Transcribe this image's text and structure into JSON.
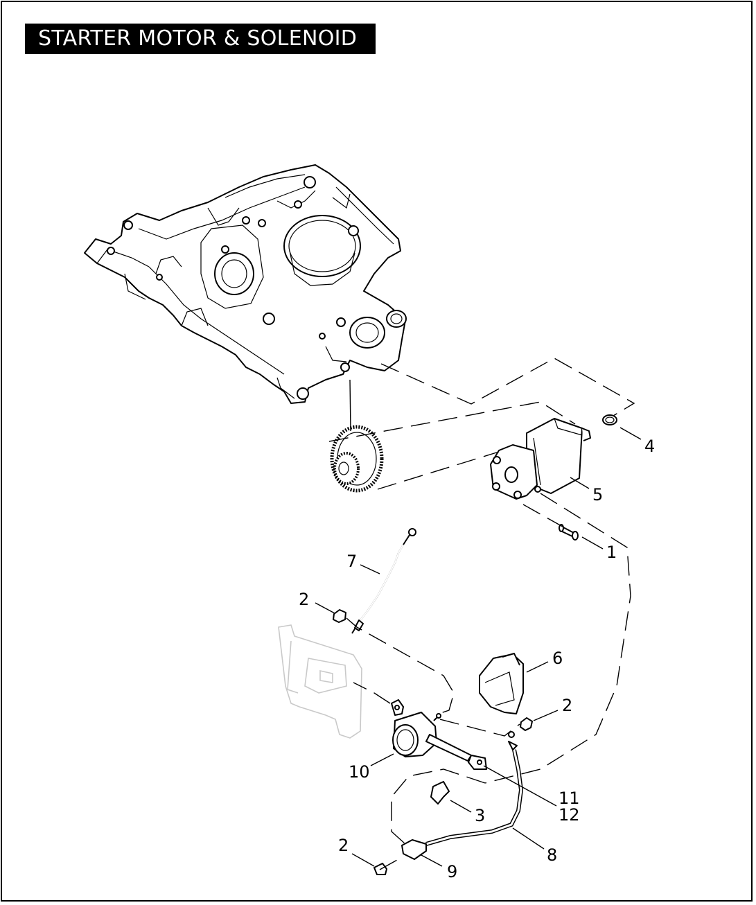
{
  "title": "STARTER MOTOR & SOLENOID",
  "callouts": {
    "c1": "1",
    "c2a": "2",
    "c2b": "2",
    "c2c": "2",
    "c3": "3",
    "c4": "4",
    "c5": "5",
    "c6": "6",
    "c7": "7",
    "c8": "8",
    "c9": "9",
    "c10": "10",
    "c11": "11",
    "c12": "12"
  }
}
